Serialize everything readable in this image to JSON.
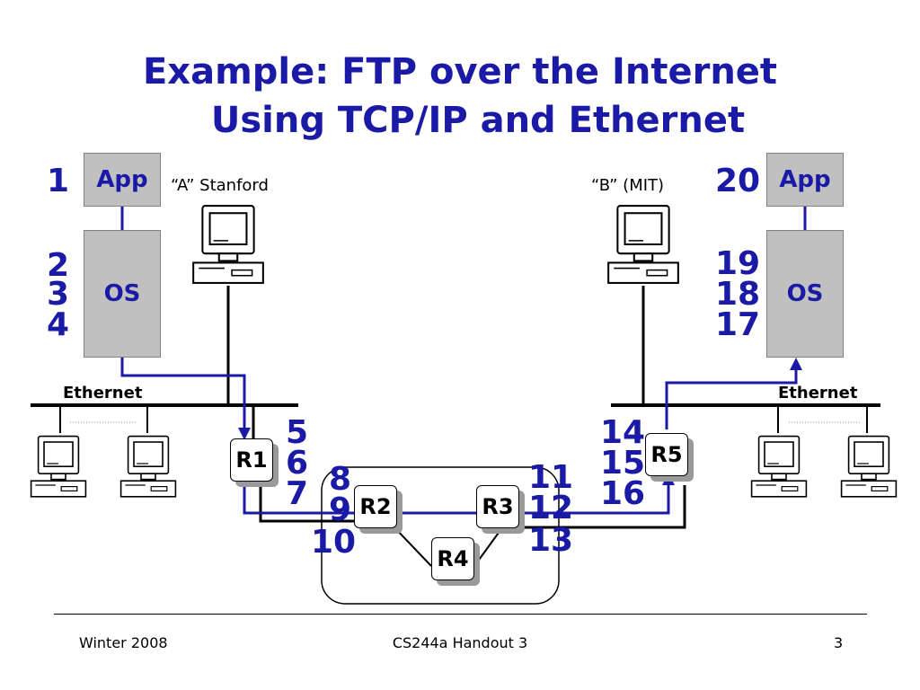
{
  "title": {
    "line1": "Example: FTP over the Internet",
    "line2": "Using TCP/IP and Ethernet"
  },
  "host_a": {
    "app_label": "App",
    "os_label": "OS",
    "app_step": "1",
    "os_steps": [
      "2",
      "3",
      "4"
    ],
    "name": "“A” Stanford"
  },
  "host_b": {
    "app_label": "App",
    "os_label": "OS",
    "app_step": "20",
    "os_steps": [
      "19",
      "18",
      "17"
    ],
    "name": "“B” (MIT)"
  },
  "ethernet_left": "Ethernet",
  "ethernet_right": "Ethernet",
  "routers": {
    "r1": {
      "label": "R1",
      "steps": [
        "5",
        "6",
        "7"
      ]
    },
    "r2": {
      "label": "R2",
      "steps": [
        "8",
        "9",
        "10"
      ]
    },
    "r3": {
      "label": "R3",
      "steps": [
        "11",
        "12",
        "13"
      ]
    },
    "r4": {
      "label": "R4"
    },
    "r5": {
      "label": "R5",
      "steps": [
        "14",
        "15",
        "16"
      ]
    }
  },
  "footer": {
    "left": "Winter 2008",
    "center": "CS244a Handout 3",
    "right": "3"
  },
  "colors": {
    "title": "#1a1aa6",
    "path": "#1a1aa6",
    "box_fill": "#c0c0c0"
  }
}
